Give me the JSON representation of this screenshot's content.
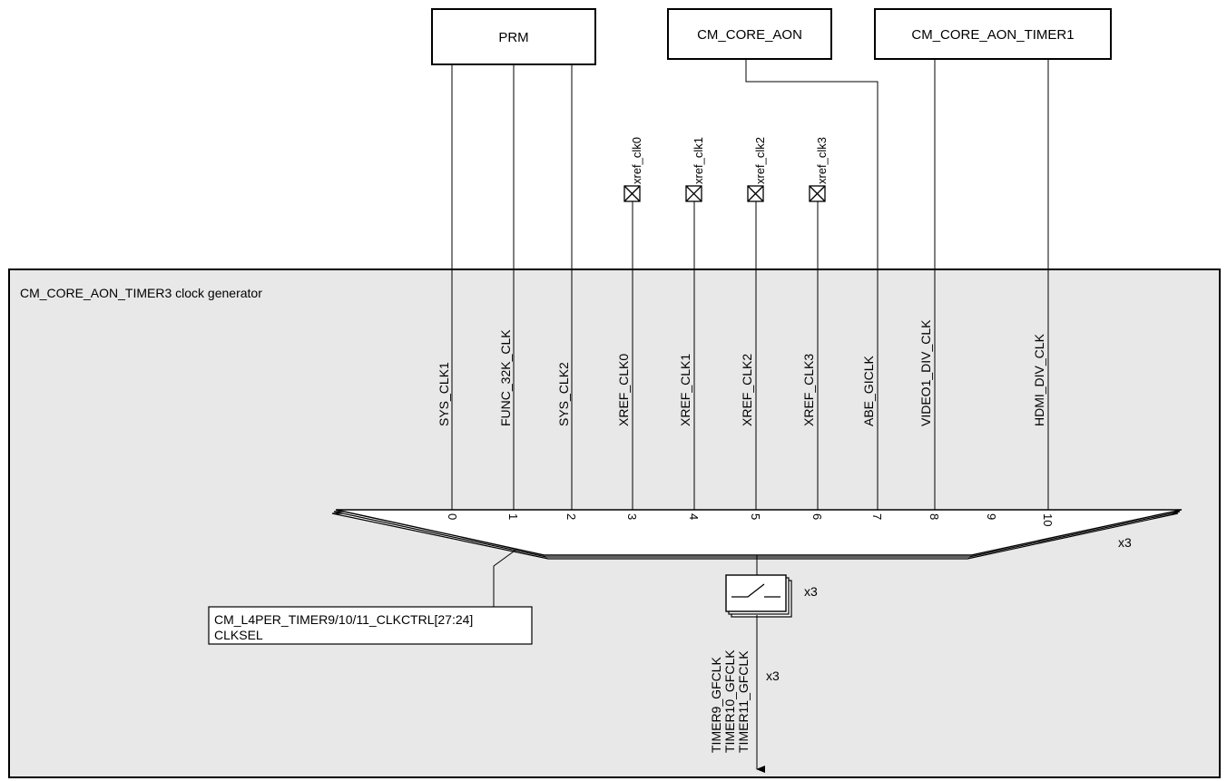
{
  "modules": {
    "prm": "PRM",
    "cm_core_aon": "CM_CORE_AON",
    "cm_core_aon_timer1": "CM_CORE_AON_TIMER1"
  },
  "generator": {
    "title": "CM_CORE_AON_TIMER3 clock generator",
    "fill": "#e8e8e8"
  },
  "external_pins": [
    "xref_clk0",
    "xref_clk1",
    "xref_clk2",
    "xref_clk3"
  ],
  "mux": {
    "inputs": [
      {
        "index": "0",
        "signal": "SYS_CLK1"
      },
      {
        "index": "1",
        "signal": "FUNC_32K_CLK"
      },
      {
        "index": "2",
        "signal": "SYS_CLK2"
      },
      {
        "index": "3",
        "signal": "XREF_CLK0"
      },
      {
        "index": "4",
        "signal": "XREF_CLK1"
      },
      {
        "index": "5",
        "signal": "XREF_CLK2"
      },
      {
        "index": "6",
        "signal": "XREF_CLK3"
      },
      {
        "index": "7",
        "signal": "ABE_GICLK"
      },
      {
        "index": "8",
        "signal": "VIDEO1_DIV_CLK"
      },
      {
        "index": "9",
        "signal": ""
      },
      {
        "index": "10",
        "signal": "HDMI_DIV_CLK"
      }
    ],
    "multiplicity": "x3"
  },
  "gate": {
    "multiplicity": "x3",
    "icon": "clock-gate-switch-icon"
  },
  "select_register": {
    "line1": "CM_L4PER_TIMER9/10/11_CLKCTRL[27:24]",
    "line2": "CLKSEL"
  },
  "outputs": {
    "signals": [
      "TIMER9_GFCLK",
      "TIMER10_GFCLK",
      "TIMER11_GFCLK"
    ],
    "multiplicity": "x3"
  }
}
